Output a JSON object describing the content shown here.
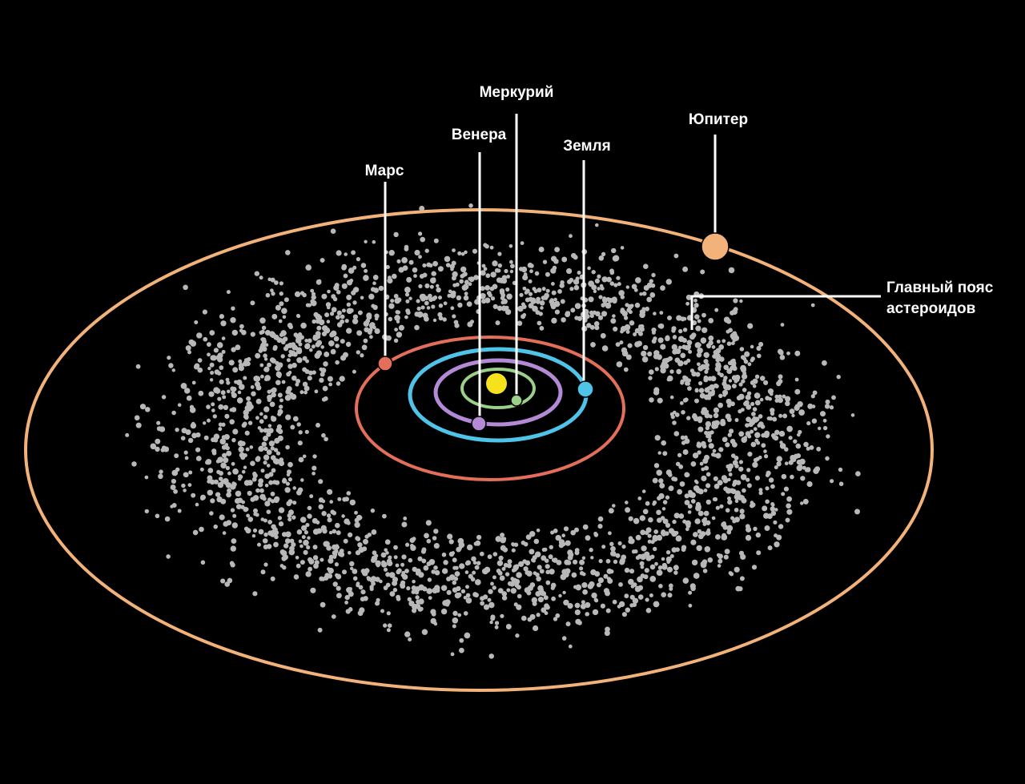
{
  "labels": {
    "mercury": "Меркурий",
    "venus": "Венера",
    "earth": "Земля",
    "mars": "Марс",
    "jupiter": "Юпитер",
    "belt_line1": "Главный пояс",
    "belt_line2": "астероидов"
  },
  "colors": {
    "background": "#000000",
    "sun": "#f5e11c",
    "mercury": "#9bd08a",
    "venus": "#b48ad6",
    "earth": "#4fc3e8",
    "mars": "#e36f5b",
    "jupiter": "#f2b27a",
    "asteroids": "#b8b8b8",
    "leader_lines": "#ffffff"
  }
}
